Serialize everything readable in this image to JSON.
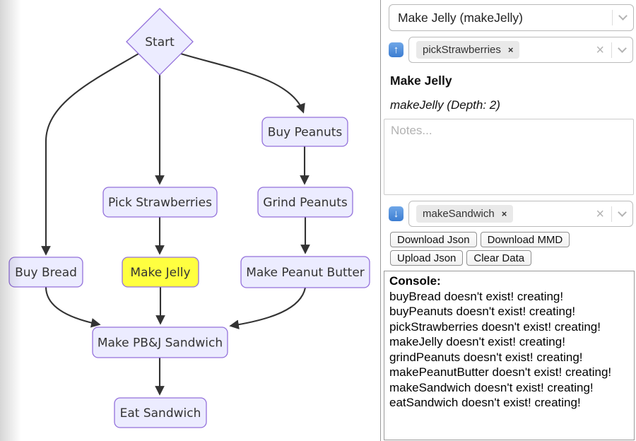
{
  "icons": {
    "up_arrow": "↑",
    "down_arrow": "↓",
    "close": "×"
  },
  "colors": {
    "node_fill": "#ECECFF",
    "node_border": "#9370DB",
    "highlight_fill": "#FFFF40",
    "edge": "#333333",
    "icon_blue": "#3C7DD1"
  },
  "flowchart": {
    "nodes": [
      {
        "id": "start",
        "label": "Start",
        "shape": "diamond"
      },
      {
        "id": "buyPeanuts",
        "label": "Buy Peanuts",
        "shape": "rect"
      },
      {
        "id": "pickStrawberries",
        "label": "Pick Strawberries",
        "shape": "rect"
      },
      {
        "id": "grindPeanuts",
        "label": "Grind Peanuts",
        "shape": "rect"
      },
      {
        "id": "buyBread",
        "label": "Buy Bread",
        "shape": "rect"
      },
      {
        "id": "makeJelly",
        "label": "Make Jelly",
        "shape": "rect",
        "highlighted": true
      },
      {
        "id": "makePeanutButter",
        "label": "Make Peanut Butter",
        "shape": "rect"
      },
      {
        "id": "makeSandwich",
        "label": "Make PB&J Sandwich",
        "shape": "rect"
      },
      {
        "id": "eatSandwich",
        "label": "Eat Sandwich",
        "shape": "rect"
      }
    ],
    "edges": [
      [
        "start",
        "buyBread"
      ],
      [
        "start",
        "pickStrawberries"
      ],
      [
        "start",
        "buyPeanuts"
      ],
      [
        "buyPeanuts",
        "grindPeanuts"
      ],
      [
        "pickStrawberries",
        "makeJelly"
      ],
      [
        "grindPeanuts",
        "makePeanutButter"
      ],
      [
        "buyBread",
        "makeSandwich"
      ],
      [
        "makeJelly",
        "makeSandwich"
      ],
      [
        "makePeanutButter",
        "makeSandwich"
      ],
      [
        "makeSandwich",
        "eatSandwich"
      ]
    ]
  },
  "panel": {
    "node_select": {
      "value": "Make Jelly (makeJelly)"
    },
    "parents": {
      "tags": [
        "pickStrawberries"
      ]
    },
    "children": {
      "tags": [
        "makeSandwich"
      ]
    },
    "detail": {
      "title": "Make Jelly",
      "subtitle": "makeJelly (Depth: 2)",
      "notes_placeholder": "Notes..."
    },
    "buttons": {
      "download_json": "Download Json",
      "download_mmd": "Download MMD",
      "upload_json": "Upload Json",
      "clear_data": "Clear Data"
    },
    "console": {
      "label": "Console:",
      "lines": [
        "buyBread doesn't exist! creating!",
        "buyPeanuts doesn't exist! creating!",
        "pickStrawberries doesn't exist! creating!",
        "makeJelly doesn't exist! creating!",
        "grindPeanuts doesn't exist! creating!",
        "makePeanutButter doesn't exist! creating!",
        "makeSandwich doesn't exist! creating!",
        "eatSandwich doesn't exist! creating!"
      ]
    }
  }
}
